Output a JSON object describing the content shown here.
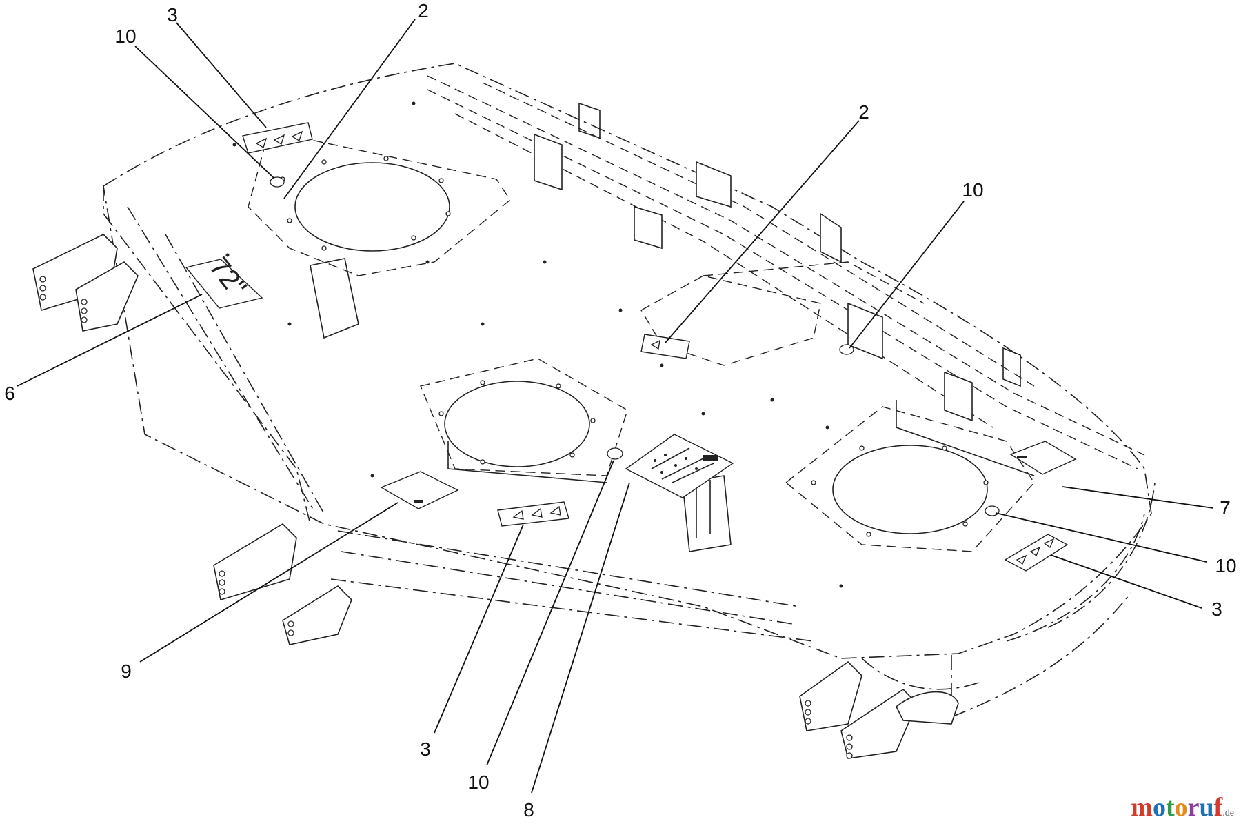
{
  "callouts": {
    "c3a": "3",
    "c10a": "10",
    "c2a": "2",
    "c2b": "2",
    "c10b": "10",
    "c6": "6",
    "c7": "7",
    "c10c": "10",
    "c3b": "3",
    "c9": "9",
    "c3c": "3",
    "c10d": "10",
    "c8": "8"
  },
  "deck_decal": {
    "text": "72\""
  },
  "watermark": {
    "text": "motoruf",
    "domain": ".de",
    "colors": [
      "#d33a2c",
      "#1d6fb8",
      "#2e9b45",
      "#e38b1b",
      "#8a3ea0",
      "#1d6fb8",
      "#d33a2c"
    ]
  }
}
